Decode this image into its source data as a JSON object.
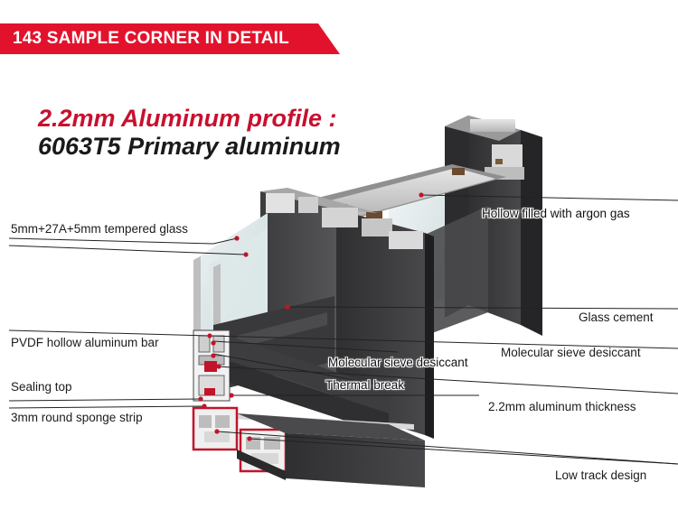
{
  "banner": {
    "label": "143 SAMPLE CORNER IN DETAIL",
    "color": "#e3122c"
  },
  "headline": {
    "line1": "2.2mm Aluminum profile :",
    "line2": "6063T5 Primary aluminum",
    "line1_color": "#c8102e"
  },
  "callouts": {
    "tempered_glass": "5mm+27A+5mm tempered glass",
    "argon_gas": "Hollow filled with argon gas",
    "glass_cement": "Glass cement",
    "pvdf_bar": "PVDF hollow aluminum bar",
    "sieve_right": "Molecular sieve desiccant",
    "sieve_center": "Molecular sieve desiccant",
    "thermal_break": "Thermal break",
    "sealing_top": "Sealing top",
    "thickness": "2.2mm aluminum thickness",
    "sponge_strip": "3mm round sponge strip",
    "low_track": "Low track design"
  },
  "colors": {
    "frame": "#3a3a3c",
    "accent_red": "#c0152b",
    "glass": "#dfe9ea"
  }
}
